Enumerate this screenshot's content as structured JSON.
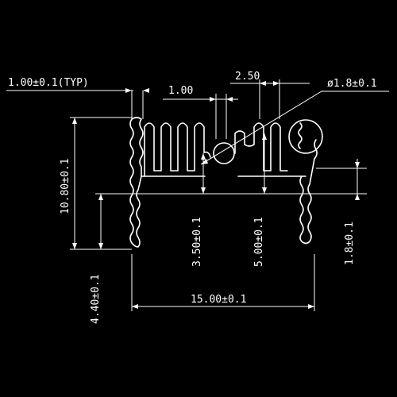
{
  "drawing": {
    "background": "#000000",
    "stroke_color": "#ffffff",
    "dimensions": {
      "fin_thickness": "1.00±0.1(TYP)",
      "fin_gap": "1.00",
      "fin_pitch": "2.50",
      "hole_diameter": "ø1.8±0.1",
      "overall_height": "10.80±0.1",
      "pin_length": "4.40±0.1",
      "slot_depth_small": "3.50±0.1",
      "slot_depth_large": "5.00±0.1",
      "pin_offset": "1.8±0.1",
      "overall_width": "15.00±0.1"
    }
  }
}
